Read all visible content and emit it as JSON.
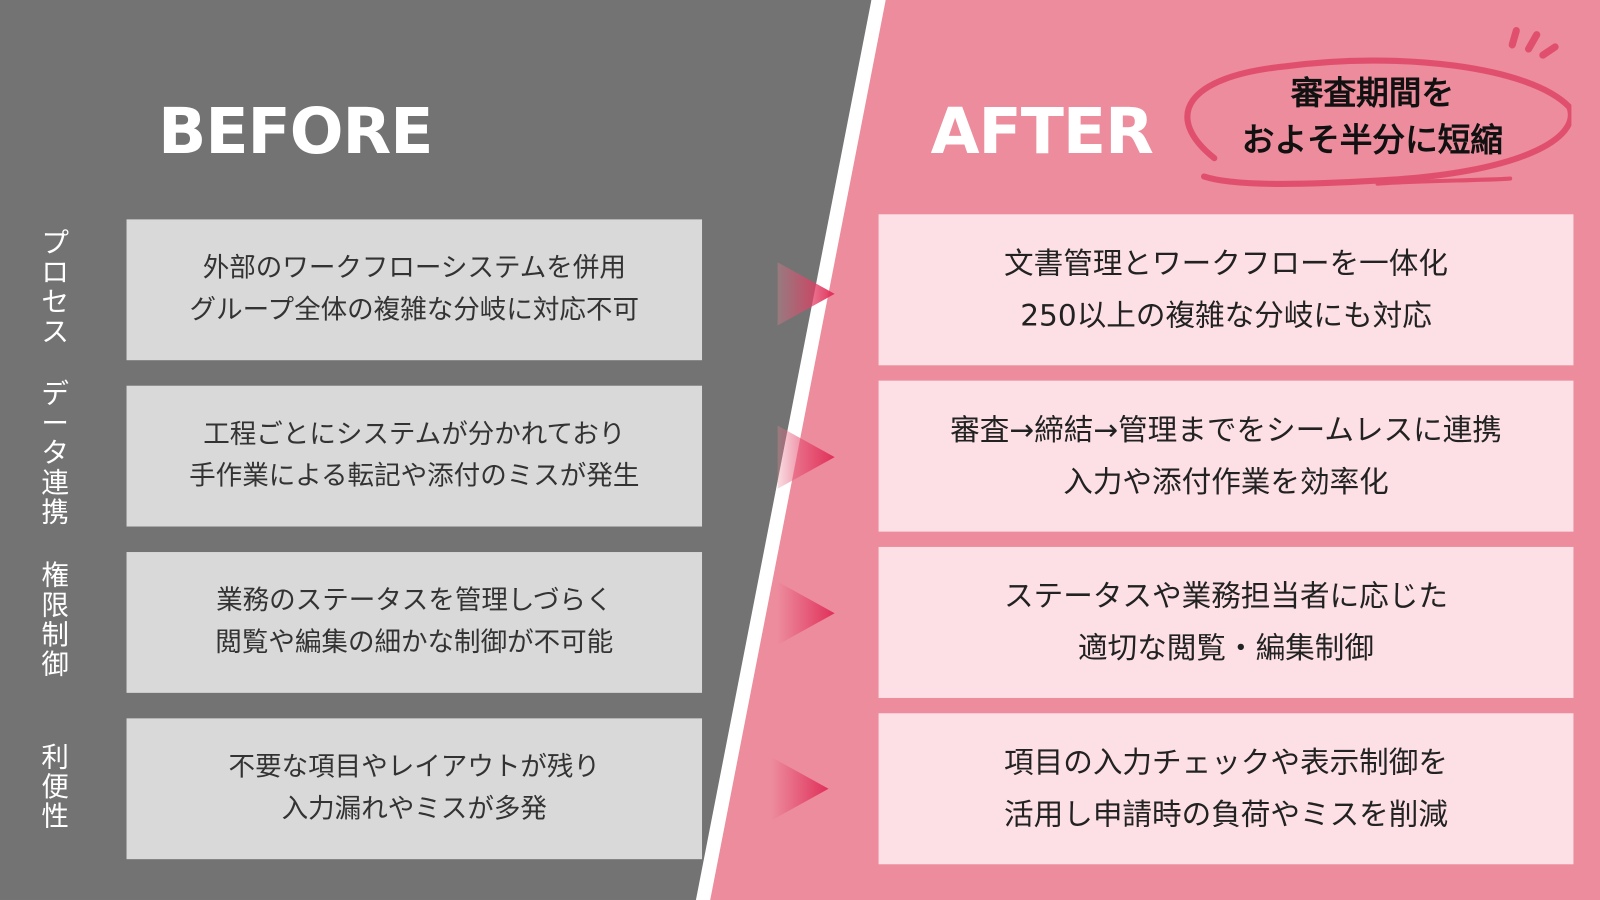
{
  "before_heading": "BEFORE",
  "after_heading": "AFTER",
  "badge": "審査期間を\nおよそ半分に短縮",
  "categories": [
    "プロセス",
    "データ連携",
    "権限制御",
    "利便性"
  ],
  "before": [
    "外部のワークフローシステムを併用\nグループ全体の複雑な分岐に対応不可",
    "工程ごとにシステムが分かれており\n手作業による転記や添付のミスが発生",
    "業務のステータスを管理しづらく\n閲覧や編集の細かな制御が不可能",
    "不要な項目やレイアウトが残り\n入力漏れやミスが多発"
  ],
  "after": [
    "文書管理とワークフローを一体化\n250以上の複雑な分岐にも対応",
    "審査→締結→管理までをシームレスに連携\n入力や添付作業を効率化",
    "ステータスや業務担当者に応じた\n適切な閲覧・編集制御",
    "項目の入力チェックや表示制御を\n活用し申請時の負荷やミスを削減"
  ],
  "colors": {
    "gray": "#737373",
    "pink": "#ec8c9c",
    "accent": "#e0506e",
    "before_box": "#d9d9d9",
    "after_box": "#fde0e6"
  }
}
